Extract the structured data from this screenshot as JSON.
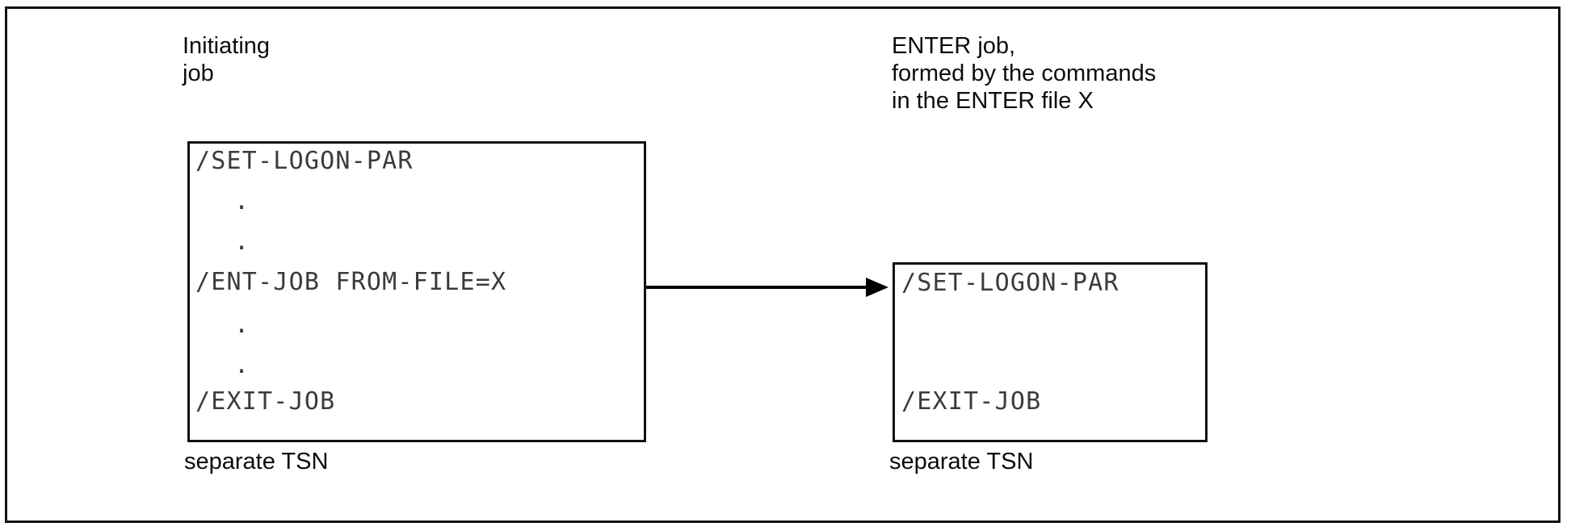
{
  "diagram": {
    "title_left": "Initiating\njob",
    "left_caption_lines": [
      "Initiating",
      "job"
    ],
    "right_caption_lines": [
      "ENTER job,",
      "formed by the commands",
      "in the ENTER file X"
    ],
    "left_box": {
      "lines": [
        "/SET-LOGON-PAR",
        ".",
        ".",
        "/ENT-JOB FROM-FILE=X",
        ".",
        ".",
        "/EXIT-JOB"
      ],
      "line_1": "/SET-LOGON-PAR",
      "dot_1": ".",
      "dot_2": ".",
      "line_2": "/ENT-JOB FROM-FILE=X",
      "dot_3": ".",
      "dot_4": ".",
      "line_3": "/EXIT-JOB",
      "tsn_label": "separate TSN"
    },
    "right_box": {
      "lines": [
        "/SET-LOGON-PAR",
        "/EXIT-JOB"
      ],
      "line_1": "/SET-LOGON-PAR",
      "line_2": "/EXIT-JOB",
      "tsn_label": "separate TSN"
    },
    "arrow": {
      "label": "",
      "direction": "left-to-right"
    },
    "colors": {
      "frame": "#111111",
      "code_text": "#3b3b3b",
      "label_text": "#0d0d0d",
      "background": "#ffffff",
      "arrow": "#000000"
    }
  }
}
